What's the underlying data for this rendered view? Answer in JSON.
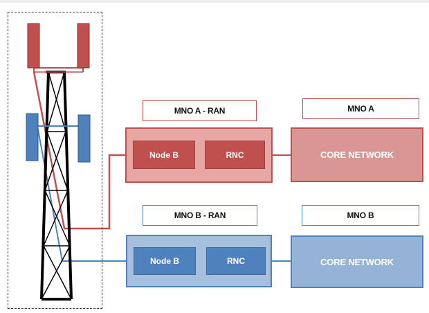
{
  "operators": {
    "a": {
      "ran_label": "MNO A - RAN",
      "operator_label": "MNO A",
      "node_b": "Node B",
      "rnc": "RNC",
      "core": "CORE NETWORK",
      "color": "#c0504d"
    },
    "b": {
      "ran_label": "MNO B - RAN",
      "operator_label": "MNO B",
      "node_b": "Node B",
      "rnc": "RNC",
      "core": "CORE NETWORK",
      "color": "#4f81bd"
    }
  }
}
